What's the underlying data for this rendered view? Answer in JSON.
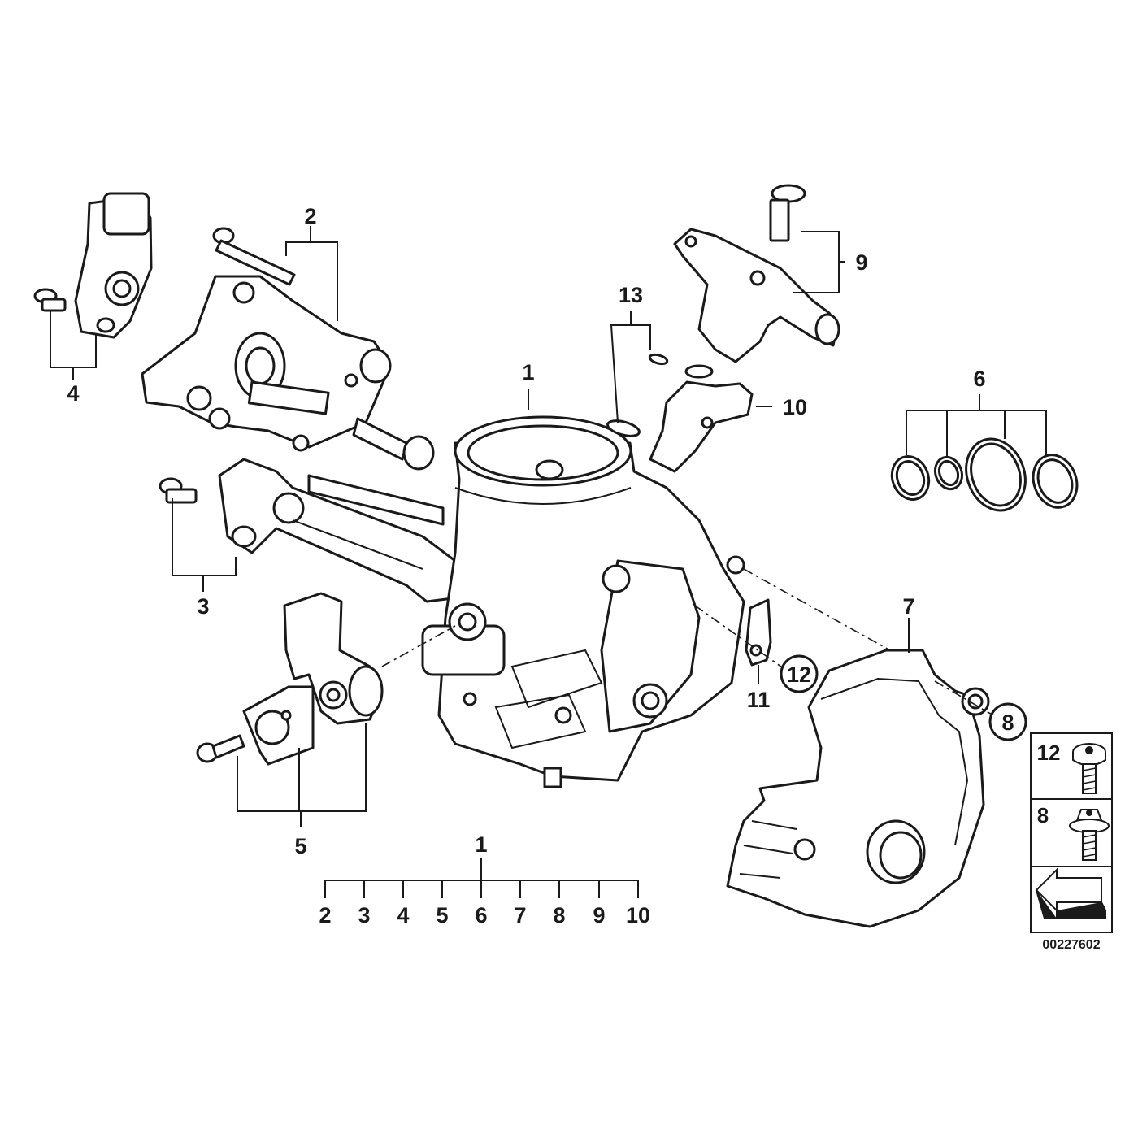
{
  "callouts": {
    "c1_top": "1",
    "c2": "2",
    "c3": "3",
    "c4": "4",
    "c5": "5",
    "c6": "6",
    "c7": "7",
    "c8": "8",
    "c9": "9",
    "c10": "10",
    "c11": "11",
    "c12": "12",
    "c13": "13"
  },
  "kit": {
    "parent": "1",
    "children": [
      "2",
      "3",
      "4",
      "5",
      "6",
      "7",
      "8",
      "9",
      "10"
    ]
  },
  "legend": {
    "item_12": "12",
    "item_8": "8"
  },
  "diagram_code": "00227602"
}
